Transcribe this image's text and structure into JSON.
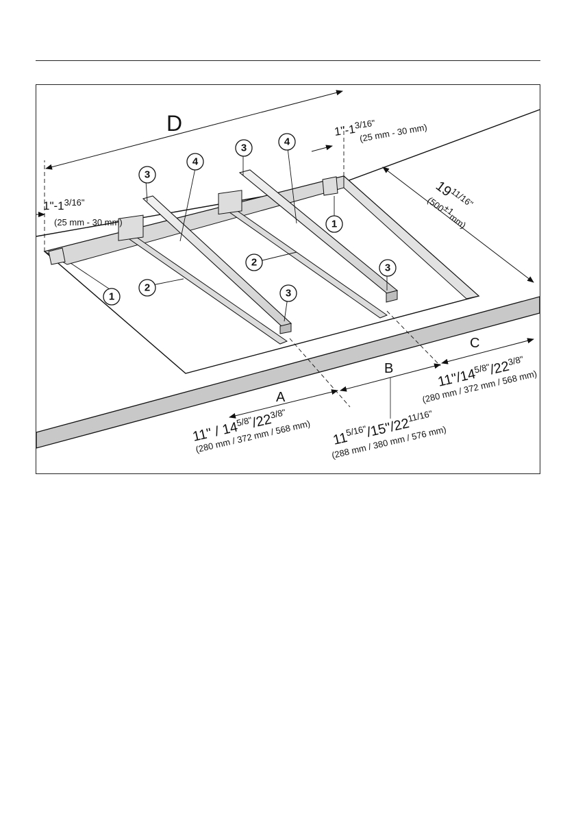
{
  "figure": {
    "dim_D": "D",
    "gap_left": {
      "imperial": "1\"-1",
      "fraction": "3/16\"",
      "metric": "(25 mm - 30 mm)"
    },
    "gap_right": {
      "imperial": "1\"-1",
      "fraction": "3/16\"",
      "metric": "(25 mm - 30 mm)"
    },
    "depth": {
      "whole": "19",
      "fraction": "11/16\"",
      "metric": "(500",
      "tolerance": "±1",
      "metric_unit": "mm)"
    },
    "dim_A": {
      "letter": "A",
      "imperial_a": "11\" / 14",
      "imperial_b": "5/8\"",
      "imperial_c": "/22",
      "imperial_d": "3/8\"",
      "metric": "(280 mm / 372 mm / 568 mm)"
    },
    "dim_B": {
      "letter": "B",
      "imperial_a": "11",
      "imperial_b": "5/16\"",
      "imperial_c": "/15\"/22",
      "imperial_d": "11/16\"",
      "metric": "(288 mm / 380 mm / 576 mm)"
    },
    "dim_C": {
      "letter": "C",
      "imperial_a": "11\"/14",
      "imperial_b": "5/8\"",
      "imperial_c": "/22",
      "imperial_d": "3/8\"",
      "metric": "(280 mm / 372 mm / 568 mm)"
    },
    "callouts": [
      "1",
      "2",
      "3",
      "4"
    ]
  }
}
